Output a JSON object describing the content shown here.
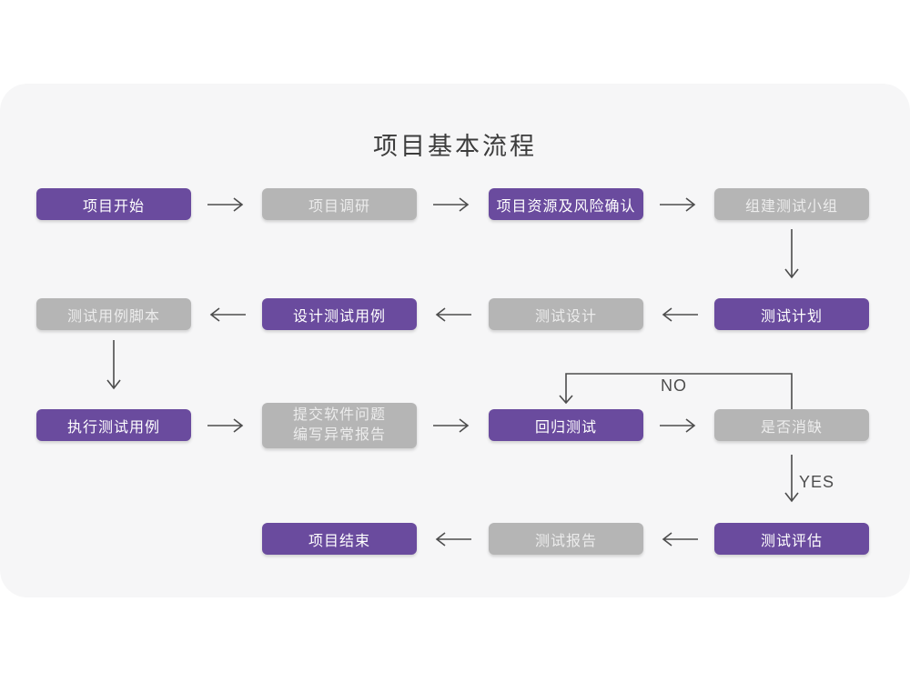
{
  "title": "项目基本流程",
  "colors": {
    "page-bg": "#ffffff",
    "card-bg": "#f6f6f7",
    "purple": "#6a4b9e",
    "gray": "#b5b5b5",
    "node-text": "#ffffff",
    "gray-node-text": "#ececec",
    "arrow": "#4d4d4d",
    "title-color": "#3c3c3c"
  },
  "edge_labels": {
    "no": "NO",
    "yes": "YES"
  },
  "nodes": [
    {
      "id": "project-start",
      "label": "项目开始"
    },
    {
      "id": "project-research",
      "label": "项目调研"
    },
    {
      "id": "project-resources-risk",
      "label": "项目资源及风险确认"
    },
    {
      "id": "build-test-team",
      "label": "组建测试小组"
    },
    {
      "id": "test-plan",
      "label": "测试计划"
    },
    {
      "id": "test-design",
      "label": "测试设计"
    },
    {
      "id": "design-test-cases",
      "label": "设计测试用例"
    },
    {
      "id": "test-case-script",
      "label": "测试用例脚本"
    },
    {
      "id": "execute-test-cases",
      "label": "执行测试用例"
    },
    {
      "id": "submit-issue-report",
      "line1": "提交软件问题",
      "line2": "编写异常报告"
    },
    {
      "id": "regression-test",
      "label": "回归测试"
    },
    {
      "id": "defect-cleared",
      "label": "是否消缺"
    },
    {
      "id": "test-evaluation",
      "label": "测试评估"
    },
    {
      "id": "test-report",
      "label": "测试报告"
    },
    {
      "id": "project-end",
      "label": "项目结束"
    }
  ],
  "edges": [
    {
      "from": "项目开始",
      "to": "项目调研"
    },
    {
      "from": "项目调研",
      "to": "项目资源及风险确认"
    },
    {
      "from": "项目资源及风险确认",
      "to": "组建测试小组"
    },
    {
      "from": "组建测试小组",
      "to": "测试计划"
    },
    {
      "from": "测试计划",
      "to": "测试设计"
    },
    {
      "from": "测试设计",
      "to": "设计测试用例"
    },
    {
      "from": "设计测试用例",
      "to": "测试用例脚本"
    },
    {
      "from": "测试用例脚本",
      "to": "执行测试用例"
    },
    {
      "from": "执行测试用例",
      "to": "提交软件问题编写异常报告"
    },
    {
      "from": "提交软件问题编写异常报告",
      "to": "回归测试"
    },
    {
      "from": "回归测试",
      "to": "是否消缺"
    },
    {
      "from": "是否消缺",
      "to": "回归测试",
      "label": "NO"
    },
    {
      "from": "是否消缺",
      "to": "测试评估",
      "label": "YES"
    },
    {
      "from": "测试评估",
      "to": "测试报告"
    },
    {
      "from": "测试报告",
      "to": "项目结束"
    }
  ]
}
